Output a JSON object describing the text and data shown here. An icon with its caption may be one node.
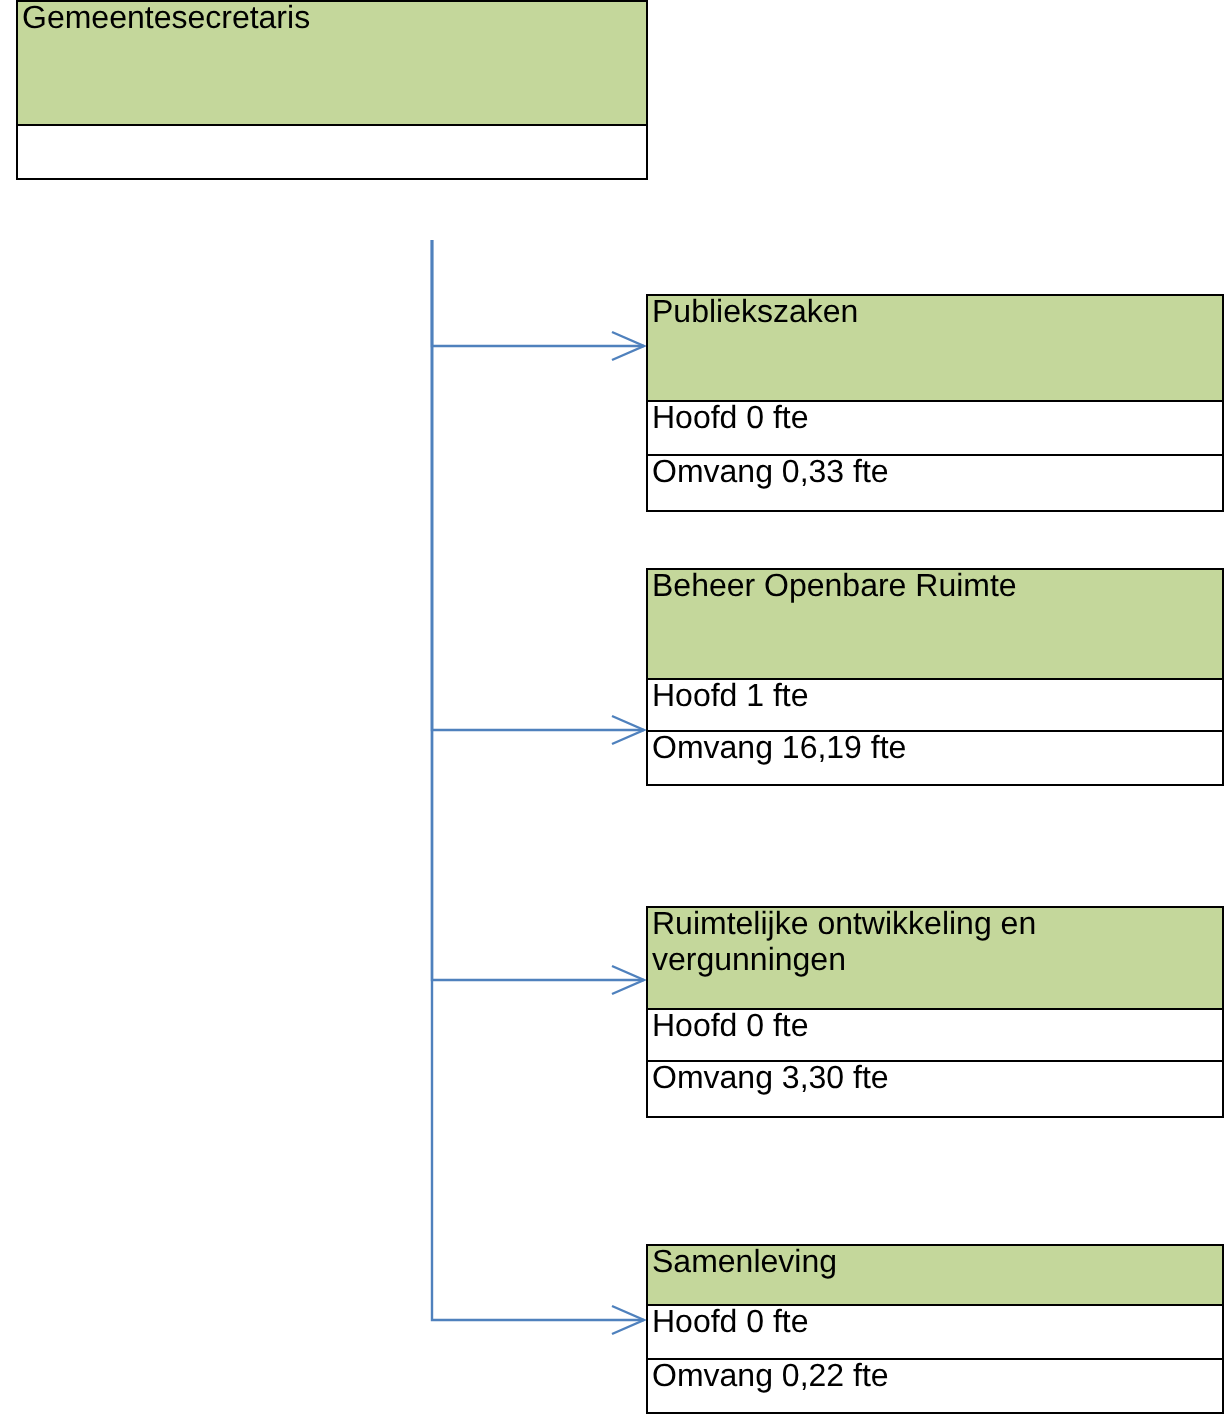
{
  "diagram": {
    "nodes": [
      {
        "text": [
          "Gemeentesecretaris"
        ]
      },
      {
        "text": [
          "Publiekszaken",
          "Hoofd 0 fte",
          "Omvang 0,33 fte"
        ]
      },
      {
        "text": [
          "Beheer Openbare Ruimte",
          "Hoofd 1 fte",
          "Omvang 16,19 fte"
        ]
      },
      {
        "text": [
          "Ruimtelijke ontwikkeling en vergunningen",
          "Hoofd 0 fte",
          "Omvang 3,30 fte"
        ]
      },
      {
        "text": [
          "Samenleving",
          "Hoofd 0 fte",
          "Omvang 0,22 fte"
        ]
      }
    ],
    "edges": [
      {
        "from": null,
        "to": 1,
        "arrow": "to"
      },
      {
        "from": null,
        "to": 2,
        "arrow": "to"
      },
      {
        "from": null,
        "to": 3,
        "arrow": "to"
      },
      {
        "from": null,
        "to": 4,
        "arrow": "to"
      }
    ]
  }
}
